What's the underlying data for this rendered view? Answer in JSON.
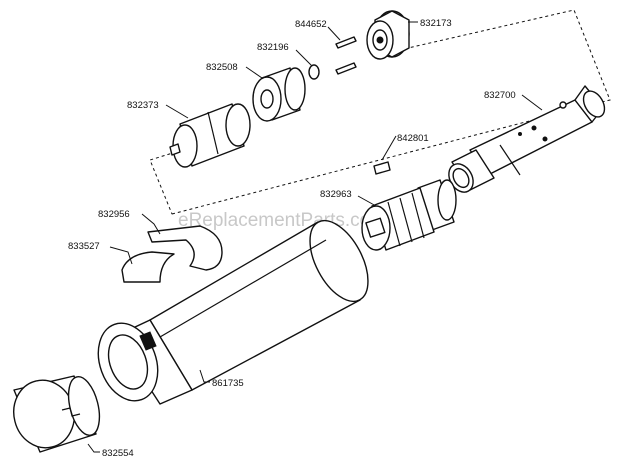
{
  "watermark": "eReplacementParts.com",
  "parts": {
    "p844652": "844652",
    "p832173": "832173",
    "p832196": "832196",
    "p832508": "832508",
    "p832373": "832373",
    "p832700": "832700",
    "p842801": "842801",
    "p832963": "832963",
    "p832956": "832956",
    "p833527": "833527",
    "p861735": "861735",
    "p832554": "832554"
  }
}
